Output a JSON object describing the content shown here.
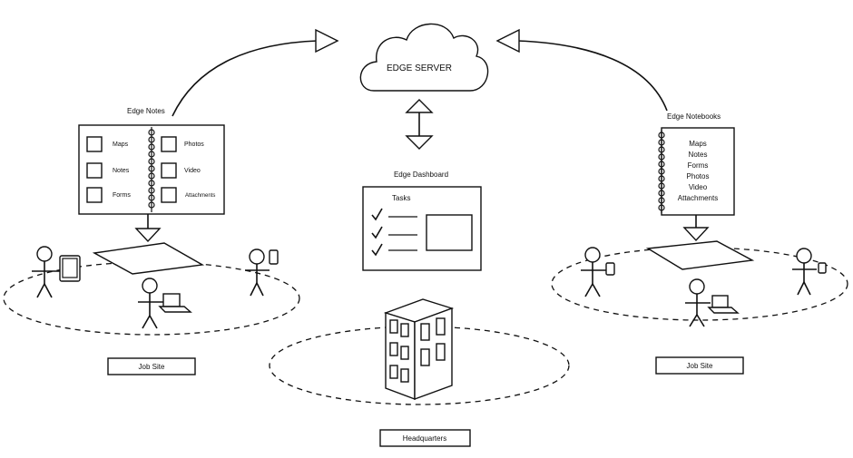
{
  "server": {
    "label": "EDGE SERVER"
  },
  "dashboard": {
    "title": "Edge Dashboard",
    "tasks_label": "Tasks"
  },
  "edge_notes": {
    "title": "Edge Notes",
    "items": [
      "Maps",
      "Notes",
      "Forms",
      "Photos",
      "Video",
      "Attachments"
    ]
  },
  "edge_notebooks": {
    "title": "Edge Notebooks",
    "items": [
      "Maps",
      "Notes",
      "Forms",
      "Photos",
      "Video",
      "Attachments"
    ]
  },
  "sites": {
    "left": "Job Site",
    "right": "Job Site",
    "headquarters": "Headquarters"
  }
}
